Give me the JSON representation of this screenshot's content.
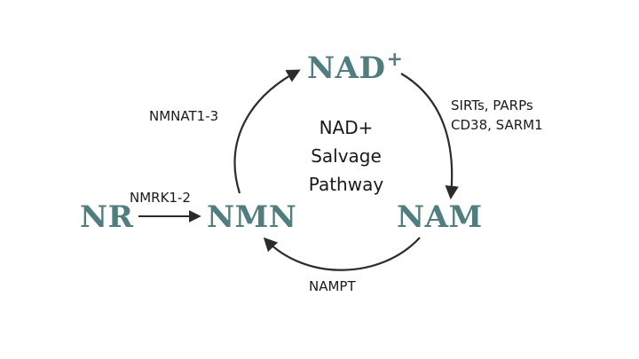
{
  "nodes": {
    "nad": {
      "label": "NAD",
      "superscript": "+"
    },
    "nam": {
      "label": "NAM"
    },
    "nmn": {
      "label": "NMN"
    },
    "nr": {
      "label": "NR"
    }
  },
  "center": {
    "line1": "NAD+",
    "line2": "Salvage",
    "line3": "Pathway"
  },
  "enzymes": {
    "nad_to_nam": {
      "line1": "SIRTs, PARPs",
      "line2": "CD38, SARM1"
    },
    "nam_to_nmn": "NAMPT",
    "nmn_to_nad": "NMNAT1-3",
    "nr_to_nmn": "NMRK1-2"
  },
  "colors": {
    "node_text": "#4e7e7e",
    "arrow": "#2b2b2b",
    "label_text": "#1a1a1a",
    "background": "#ffffff"
  }
}
